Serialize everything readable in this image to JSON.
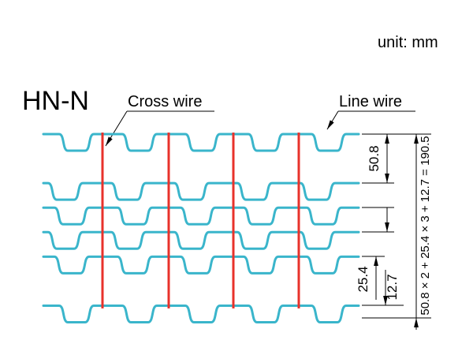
{
  "header": {
    "title": "HN-N",
    "unit_label": "unit: mm",
    "unit_color": "#29aec8"
  },
  "labels": {
    "cross_wire": "Cross wire",
    "line_wire": "Line wire"
  },
  "dimensions": {
    "top_gap": "50.8",
    "mid_gap": "25.4",
    "bottom_gap": "12.7",
    "total_formula": "50.8 × 2 + 25.4 × 3 + 12.7 = 190.5"
  },
  "mesh": {
    "wire_color": "#3ab5cb",
    "cross_wire_color": "#e8322b",
    "line_wire_spacings_mm": [
      50.8,
      25.4,
      25.4,
      25.4,
      50.8
    ],
    "bottom_margin_mm": 12.7,
    "total_mm": 190.5,
    "line_wire_count": 6,
    "cross_wire_count": 4
  }
}
